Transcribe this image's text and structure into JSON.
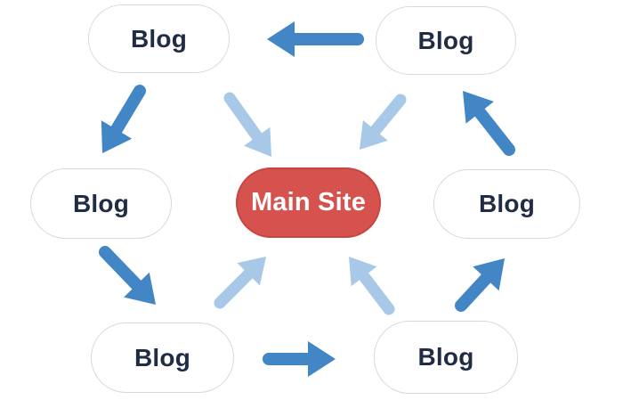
{
  "diagram": {
    "nodes": {
      "top_left": {
        "label": "Blog"
      },
      "top_right": {
        "label": "Blog"
      },
      "mid_left": {
        "label": "Blog"
      },
      "mid_right": {
        "label": "Blog"
      },
      "bottom_left": {
        "label": "Blog"
      },
      "bottom_right": {
        "label": "Blog"
      },
      "main": {
        "label": "Main Site"
      }
    },
    "edges": [
      {
        "from": "top_right",
        "to": "top_left",
        "kind": "ring"
      },
      {
        "from": "top_left",
        "to": "mid_left",
        "kind": "ring"
      },
      {
        "from": "mid_left",
        "to": "bottom_left",
        "kind": "ring"
      },
      {
        "from": "bottom_left",
        "to": "bottom_right",
        "kind": "ring"
      },
      {
        "from": "bottom_right",
        "to": "mid_right",
        "kind": "ring"
      },
      {
        "from": "mid_right",
        "to": "top_right",
        "kind": "ring"
      },
      {
        "from": "top_left",
        "to": "main",
        "kind": "inbound"
      },
      {
        "from": "top_right",
        "to": "main",
        "kind": "inbound"
      },
      {
        "from": "bottom_left",
        "to": "main",
        "kind": "inbound"
      },
      {
        "from": "bottom_right",
        "to": "main",
        "kind": "inbound"
      }
    ],
    "colors": {
      "ring_arrow": "#4286c6",
      "inbound_arrow": "#a7c8e7",
      "main_fill": "#d5524e",
      "main_border": "#c8443f",
      "main_text": "#ffffff",
      "blog_fill": "#ffffff",
      "blog_border": "#d6d9dc",
      "blog_text": "#1f2c43",
      "background": "#ffffff"
    }
  }
}
